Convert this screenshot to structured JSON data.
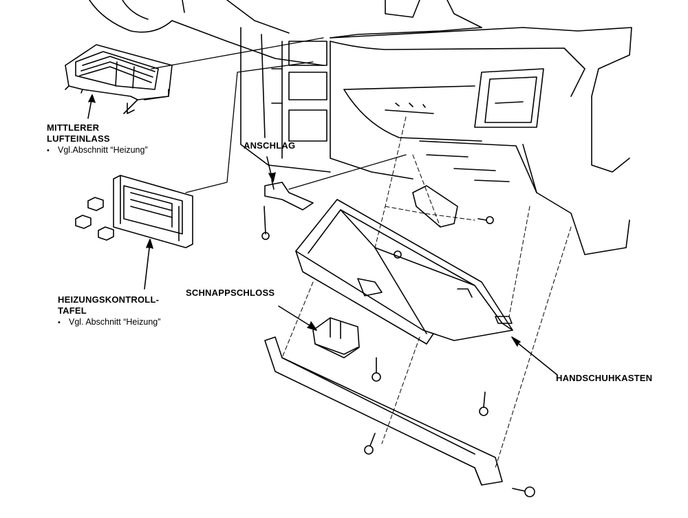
{
  "labels": {
    "center_vent": {
      "title_line1": "MITTLERER",
      "title_line2": "LUFTEINLASS",
      "note": "Vgl.Abschnitt “Heizung”"
    },
    "stop": {
      "title": "ANSCHLAG"
    },
    "heater_panel": {
      "title_line1": "HEIZUNGSKONTROLL-",
      "title_line2": "TAFEL",
      "note": "Vgl. Abschnitt “Heizung”"
    },
    "latch": {
      "title": "SCHNAPPSCHLOSS"
    },
    "glovebox": {
      "title": "HANDSCHUHKASTEN"
    }
  },
  "bullet_symbol": "•",
  "colors": {
    "ink": "#000000",
    "paper": "#ffffff"
  }
}
